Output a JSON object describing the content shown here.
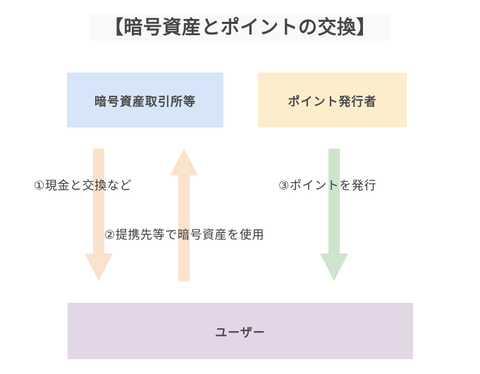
{
  "diagram": {
    "title": "【暗号資産とポイントの交換】",
    "nodes": {
      "exchange": {
        "label": "暗号資産取引所等",
        "color": "#d7e5f8"
      },
      "issuer": {
        "label": "ポイント発行者",
        "color": "#fcedcc"
      },
      "user": {
        "label": "ユーザー",
        "color": "#e2d7e7"
      }
    },
    "flows": [
      {
        "id": "cash-exchange",
        "label": "①現金と交換など",
        "direction": "down",
        "from": "暗号資産取引所等",
        "to": "ユーザー",
        "color": "#fbe2cc"
      },
      {
        "id": "use-crypto",
        "label": "②提携先等で暗号資産を使用",
        "direction": "up",
        "from": "ユーザー",
        "to": "暗号資産取引所等",
        "color": "#fbe2cc"
      },
      {
        "id": "issue-points",
        "label": "③ポイントを発行",
        "direction": "down",
        "from": "ポイント発行者",
        "to": "ユーザー",
        "color": "#cfe4cd"
      }
    ]
  }
}
